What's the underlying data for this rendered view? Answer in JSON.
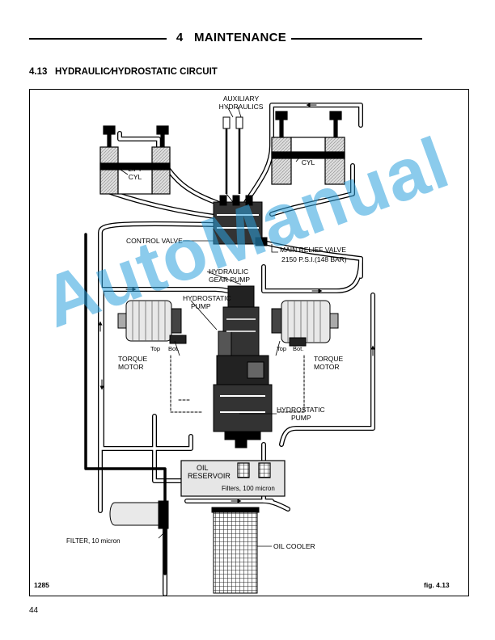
{
  "header": {
    "chapter_number": "4",
    "chapter_title": "MAINTENANCE",
    "section_number": "4.13",
    "section_title": "HYDRAULIC⁄HYDROSTATIC CIRCUIT"
  },
  "diagram": {
    "labels": {
      "auxiliary_1": "AUXILIARY",
      "auxiliary_2": "HYDRAULICS",
      "lift_1": "LIFT",
      "lift_2": "CYL",
      "tilt_1": "TILT",
      "tilt_2": "CYL",
      "control_valve": "CONTROL  VALVE",
      "relief_1": "MAIN RELIEF VALVE",
      "relief_2": "2150 P.S.I.(148 BAR)",
      "gear_1": "HYDRAULIC",
      "gear_2": "GEAR PUMP",
      "hydro_top_1": "HYDROSTATIC",
      "hydro_top_2": "PUMP",
      "top_left": "Top",
      "bot_left": "Bot.",
      "top_right": "Top",
      "bot_right": "Bot.",
      "torque_left_1": "TORQUE",
      "torque_left_2": "MOTOR",
      "torque_right_1": "TORQUE",
      "torque_right_2": "MOTOR",
      "hydro_bottom_1": "HYDROSTATIC",
      "hydro_bottom_2": "PUMP",
      "reservoir_1": "OIL",
      "reservoir_2": "RESERVOIR",
      "filters": "Filters, 100 micron",
      "filter_10": "FILTER, 10 micron",
      "oil_cooler": "OIL COOLER",
      "code": "1285",
      "fig": "fig. 4.13"
    }
  },
  "footer": {
    "page_number": "44"
  },
  "watermark": "AutoManual",
  "colors": {
    "watermark": "#2ca0dc"
  }
}
